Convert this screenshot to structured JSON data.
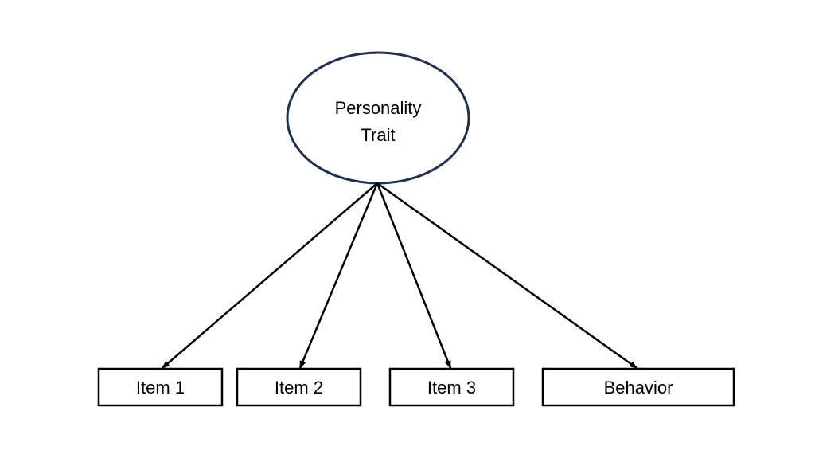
{
  "latent": {
    "label_line1": "Personality",
    "label_line2": "Trait"
  },
  "indicators": [
    {
      "label": "Item 1"
    },
    {
      "label": "Item 2"
    },
    {
      "label": "Item 3"
    },
    {
      "label": "Behavior"
    }
  ],
  "colors": {
    "ellipse_stroke": "#1f3150",
    "box_stroke": "#000000",
    "arrow": "#000000",
    "background": "#ffffff"
  }
}
